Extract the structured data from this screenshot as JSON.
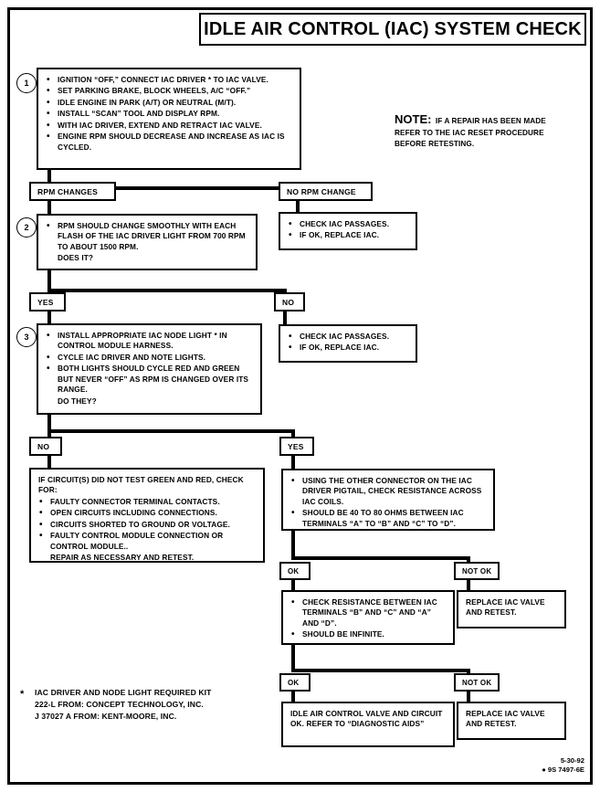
{
  "title": "IDLE AIR CONTROL (IAC) SYSTEM CHECK",
  "note": {
    "heading": "NOTE:",
    "line1": "IF A REPAIR HAS BEEN MADE",
    "rest": "REFER TO THE IAC RESET PROCEDURE BEFORE RETESTING."
  },
  "steps": {
    "one": {
      "number": "1",
      "bullets": [
        "IGNITION “OFF,” CONNECT IAC DRIVER * TO IAC VALVE.",
        "SET PARKING BRAKE, BLOCK WHEELS, A/C “OFF.”",
        "IDLE ENGINE IN PARK (A/T) OR NEUTRAL (M/T).",
        "INSTALL “SCAN” TOOL AND DISPLAY RPM.",
        "WITH IAC DRIVER, EXTEND AND RETRACT IAC VALVE.",
        "ENGINE RPM SHOULD DECREASE AND INCREASE AS IAC IS CYCLED."
      ]
    },
    "two": {
      "number": "2",
      "bullet": "RPM SHOULD CHANGE SMOOTHLY WITH EACH FLASH OF THE IAC DRIVER LIGHT FROM 700 RPM TO ABOUT 1500 RPM.",
      "question": "DOES IT?"
    },
    "three": {
      "number": "3",
      "bullets": [
        "INSTALL APPROPRIATE IAC NODE LIGHT * IN CONTROL MODULE HARNESS.",
        "CYCLE IAC DRIVER AND NOTE LIGHTS.",
        "BOTH LIGHTS SHOULD CYCLE RED AND GREEN BUT NEVER “OFF” AS RPM IS CHANGED OVER ITS RANGE."
      ],
      "question": "DO THEY?"
    }
  },
  "branches": {
    "rpm_changes": "RPM CHANGES",
    "no_rpm_change": "NO RPM CHANGE",
    "yes_1": "YES",
    "no_1": "NO",
    "no_2": "NO",
    "yes_2": "YES",
    "ok_1": "OK",
    "not_ok_1": "NOT OK",
    "ok_2": "OK",
    "not_ok_2": "NOT OK"
  },
  "boxes": {
    "no_rpm_result": {
      "bullets": [
        "CHECK IAC PASSAGES.",
        "IF OK, REPLACE IAC."
      ]
    },
    "no_branch_result": {
      "bullets": [
        "CHECK IAC PASSAGES.",
        "IF OK, REPLACE IAC."
      ]
    },
    "circuit_fault": {
      "intro": "IF CIRCUIT(S) DID NOT TEST GREEN AND RED, CHECK FOR:",
      "bullets": [
        "FAULTY CONNECTOR TERMINAL CONTACTS.",
        "OPEN CIRCUITS INCLUDING CONNECTIONS.",
        "CIRCUITS SHORTED TO GROUND OR VOLTAGE.",
        "FAULTY CONTROL MODULE CONNECTION OR CONTROL MODULE.."
      ],
      "closing": "REPAIR AS NECESSARY AND RETEST."
    },
    "resistance_check": {
      "bullets": [
        "USING THE OTHER CONNECTOR ON THE IAC DRIVER PIGTAIL, CHECK RESISTANCE ACROSS IAC COILS.",
        "SHOULD BE 40 TO 80 OHMS BETWEEN IAC TERMINALS “A” TO “B” AND “C” TO “D”."
      ]
    },
    "replace_valve_1": {
      "line1": "REPLACE IAC VALVE",
      "line2": "AND RETEST."
    },
    "infinite_check": {
      "bullets": [
        "CHECK RESISTANCE BETWEEN IAC TERMINALS “B” AND “C” AND “A” AND “D”.",
        "SHOULD BE INFINITE."
      ]
    },
    "final_ok": {
      "text": "IDLE AIR CONTROL VALVE AND CIRCUIT OK.  REFER TO “DIAGNOSTIC AIDS”"
    },
    "replace_valve_2": {
      "line1": "REPLACE IAC VALVE",
      "line2": "AND RETEST."
    }
  },
  "footnote": {
    "marker": "*",
    "line1": "IAC DRIVER AND NODE LIGHT REQUIRED KIT",
    "line2": "222-L FROM:  CONCEPT TECHNOLOGY, INC.",
    "line3": "J 37027 A FROM:  KENT-MOORE, INC."
  },
  "docid": {
    "date": "5-30-92",
    "code": "● 9S 7497-6E"
  }
}
